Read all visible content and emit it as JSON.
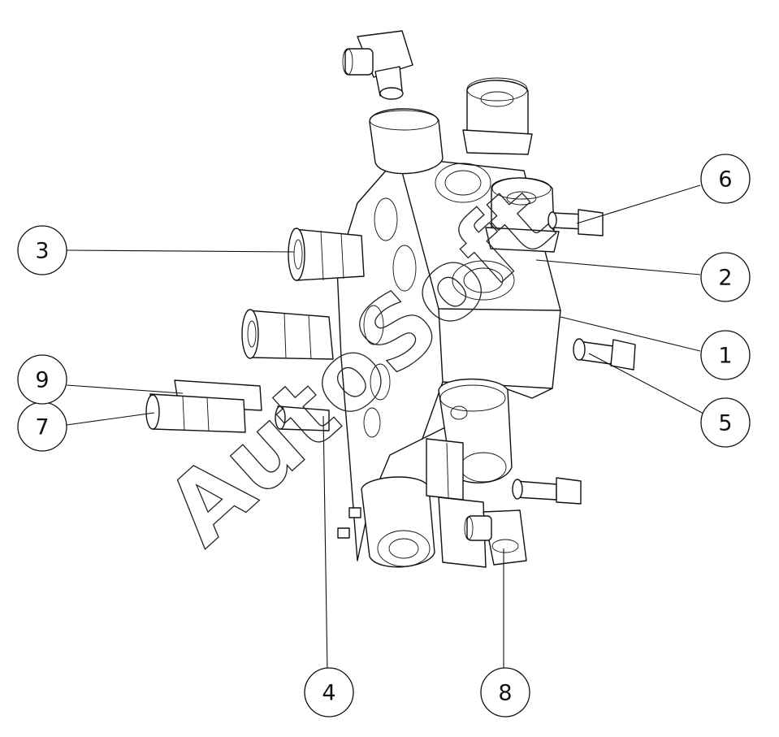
{
  "callouts": [
    {
      "label": "1"
    },
    {
      "label": "2"
    },
    {
      "label": "3"
    },
    {
      "label": "4"
    },
    {
      "label": "5"
    },
    {
      "label": "6"
    },
    {
      "label": "7"
    },
    {
      "label": "8"
    },
    {
      "label": "9"
    }
  ],
  "watermark": "AutoSoft"
}
